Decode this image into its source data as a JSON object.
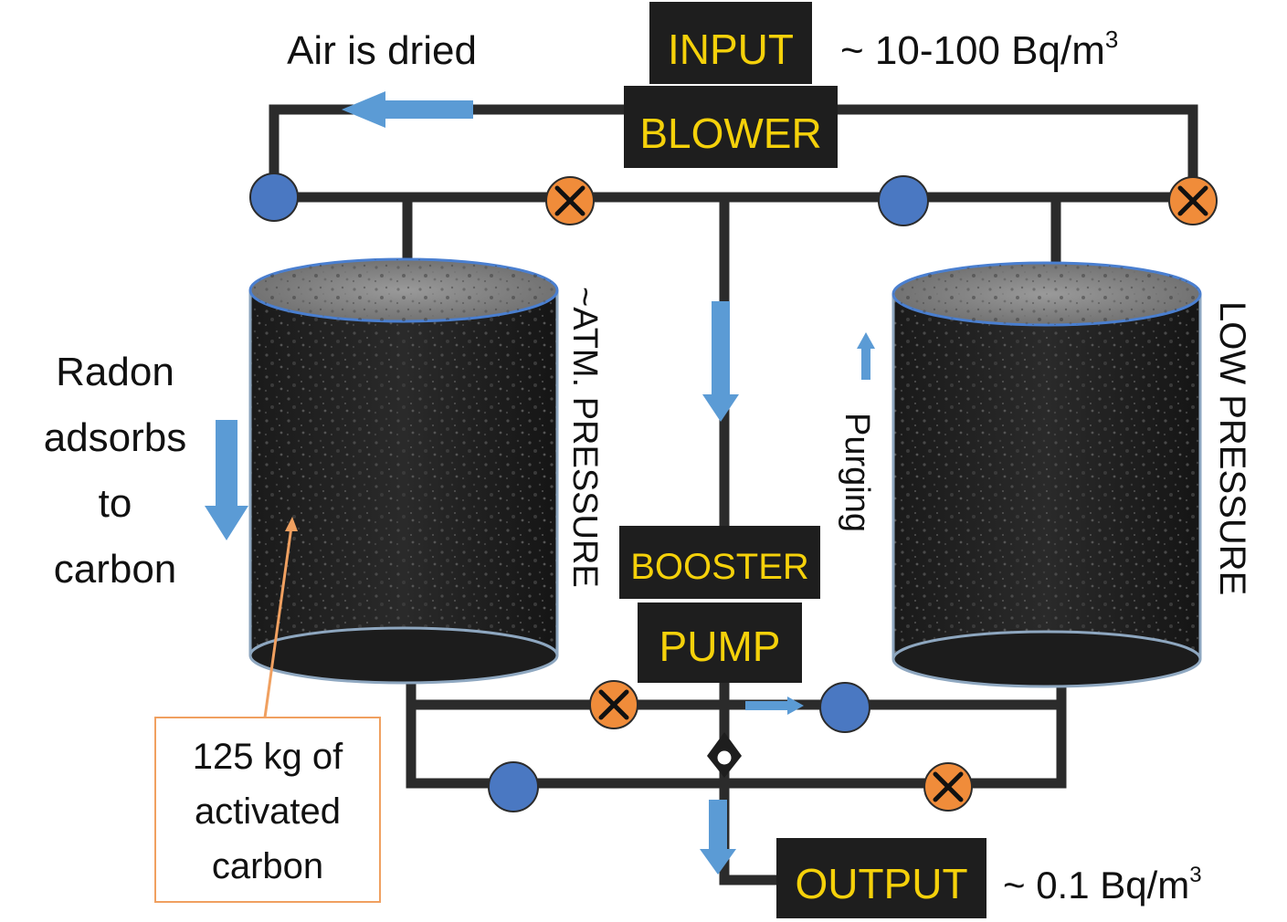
{
  "boxes": {
    "input": "INPUT",
    "blower": "BLOWER",
    "booster": "BOOSTER",
    "pump": "PUMP",
    "output": "OUTPUT"
  },
  "labels": {
    "input_concentration": "~ 10-100 Bq/m",
    "input_concentration_sup": "3",
    "air_dried": "Air is dried",
    "radon_adsorbs": [
      "Radon",
      "adsorbs",
      "to",
      "carbon"
    ],
    "atm_pressure": "~ATM. PRESSURE",
    "purging": "Purging",
    "low_pressure": "LOW PRESSURE",
    "carbon_mass": [
      "125 kg of",
      "activated",
      "carbon"
    ],
    "output_concentration": "~ 0.1 Bq/m",
    "output_concentration_sup": "3"
  },
  "legend_colors": {
    "open_valve": "#4a78c2",
    "closed_valve": "#f08c3a",
    "flow_arrow": "#5b9bd5",
    "box_text": "#f5d10a",
    "callout_border": "#f0a060"
  }
}
